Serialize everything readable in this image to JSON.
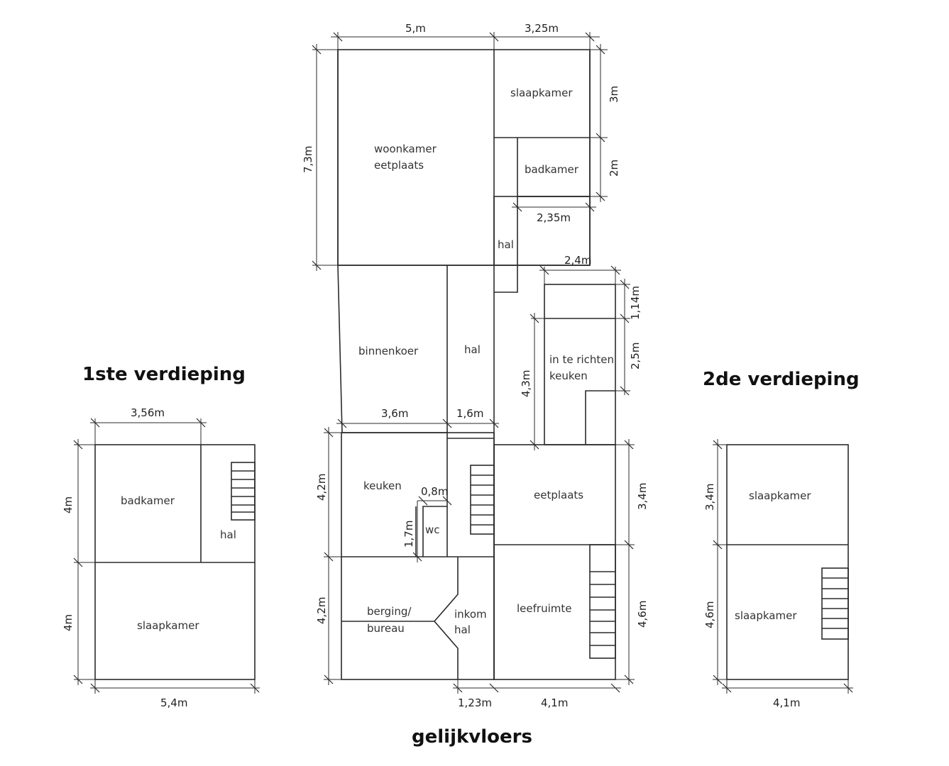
{
  "titles": {
    "first_floor": "1ste verdieping",
    "second_floor": "2de verdieping",
    "ground_floor": "gelijkvloers"
  },
  "ground": {
    "rooms": {
      "woonkamer_l1": "woonkamer",
      "woonkamer_l2": "eetplaats",
      "slaapkamer": "slaapkamer",
      "badkamer": "badkamer",
      "hal_upper": "hal",
      "binnenkoer": "binnenkoer",
      "hal_middle": "hal",
      "keuken_new_l1": "in te richten",
      "keuken_new_l2": "keuken",
      "keuken": "keuken",
      "wc": "wc",
      "eetplaats": "eetplaats",
      "berging_l1": "berging/",
      "berging_l2": "bureau",
      "inkom_l1": "inkom",
      "inkom_l2": "hal",
      "leefruimte": "leefruimte"
    },
    "dims": {
      "top_width_main": "5,m",
      "top_width_right": "3,25m",
      "left_height_main": "7,3m",
      "slaapkamer_height": "3m",
      "badkamer_height": "2m",
      "badkamer_width": "2,35m",
      "keuken_new_width": "2,4m",
      "top_strip_height": "1,14m",
      "keuken_new_height": "2,5m",
      "keuken_new_total": "4,3m",
      "binnenkoer_width": "3,6m",
      "hal_width": "1,6m",
      "keuken_height": "4,2m",
      "wc_width": "0,8m",
      "wc_height": "1,7m",
      "berging_height": "4,2m",
      "eetplaats_height": "3,4m",
      "leefruimte_height": "4,6m",
      "inkom_width": "1,23m",
      "leefruimte_width": "4,1m"
    }
  },
  "first": {
    "rooms": {
      "badkamer": "badkamer",
      "hal": "hal",
      "slaapkamer": "slaapkamer"
    },
    "dims": {
      "top_width": "3,56m",
      "upper_height": "4m",
      "lower_height": "4m",
      "bottom_width": "5,4m"
    }
  },
  "second": {
    "rooms": {
      "slaapkamer_top": "slaapkamer",
      "slaapkamer_bottom": "slaapkamer"
    },
    "dims": {
      "upper_height": "3,4m",
      "lower_height": "4,6m",
      "bottom_width": "4,1m"
    }
  }
}
